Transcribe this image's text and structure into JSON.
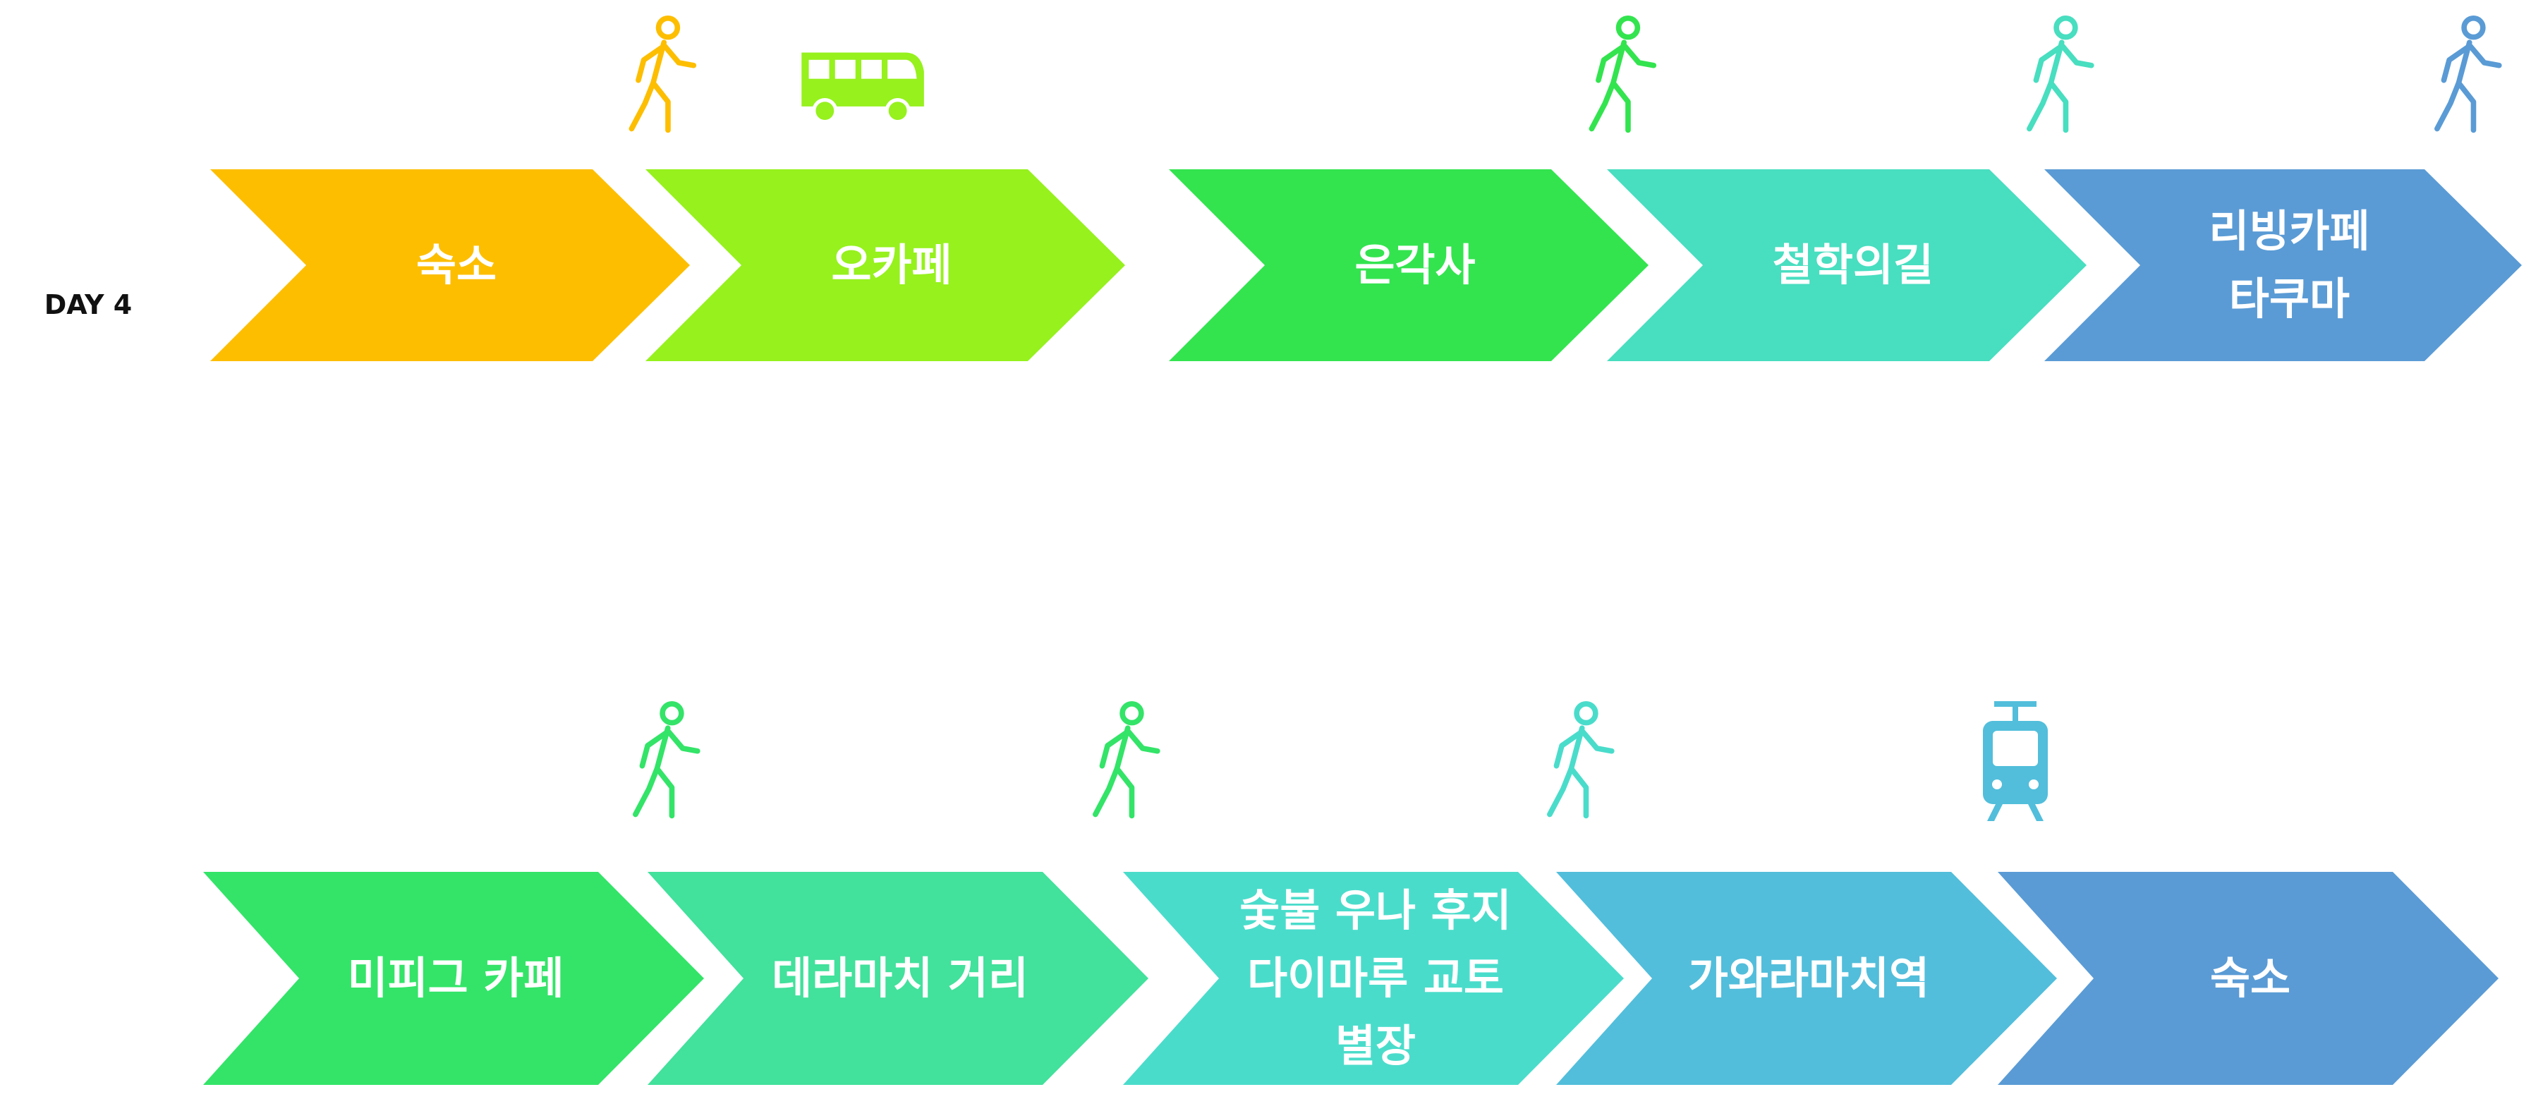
{
  "day": {
    "label": "DAY 4",
    "pin_color": "#F7941D",
    "pin_icon": "map-pin-icon"
  },
  "rows": [
    {
      "steps": [
        {
          "label": "숙소",
          "color": "#FDBE00",
          "transport": "walk",
          "transport_color": "#FDBE00"
        },
        {
          "label": "오카페",
          "color": "#96F11D",
          "transport": "bus",
          "transport_color": "#96F11D"
        },
        {
          "label": "은각사",
          "color": "#33E44F",
          "transport": "walk",
          "transport_color": "#33E44F"
        },
        {
          "label": "철학의길",
          "color": "#48DEC0",
          "transport": "walk",
          "transport_color": "#48DEC0"
        },
        {
          "label": "리빙카페\n타쿠마",
          "color": "#5A9BD5",
          "transport": "walk",
          "transport_color": "#5A9BD5"
        }
      ]
    },
    {
      "steps": [
        {
          "label": "미피그  카페",
          "color": "#33E468",
          "transport": "walk",
          "transport_color": "#33E468"
        },
        {
          "label": "데라마치 거리",
          "color": "#42E19C",
          "transport": "walk",
          "transport_color": "#33E468"
        },
        {
          "label": "숯불 우나 후지\n다이마루 교토\n별장",
          "color": "#4ADCCB",
          "transport": "walk",
          "transport_color": "#4ADCCB"
        },
        {
          "label": "가와라마치역",
          "color": "#52BEDB",
          "transport": "tram",
          "transport_color": "#52BEDB"
        },
        {
          "label": "숙소",
          "color": "#5A9BD5",
          "transport": null,
          "transport_color": null
        }
      ]
    }
  ]
}
